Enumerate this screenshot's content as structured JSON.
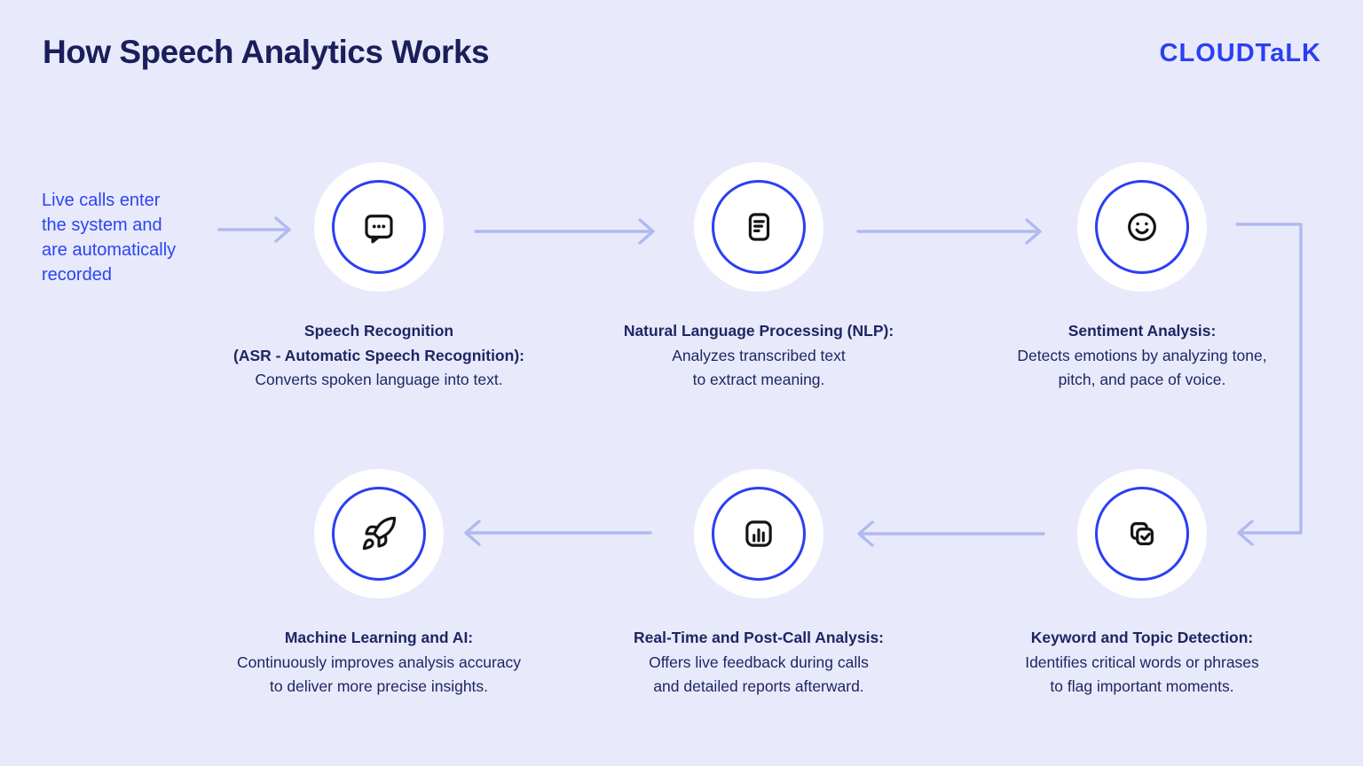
{
  "header": {
    "title": "How Speech Analytics Works",
    "brand": "CLOUDTaLK"
  },
  "intro": {
    "lines": [
      "Live calls enter",
      "the system and",
      "are automatically",
      "recorded"
    ]
  },
  "steps": [
    {
      "id": "speech-recognition",
      "icon": "chat-bubble-icon",
      "bold1": "Speech Recognition",
      "bold2": "(ASR - Automatic Speech Recognition):",
      "line1": "Converts spoken language into text."
    },
    {
      "id": "natural-language-processing",
      "icon": "document-icon",
      "bold1": "Natural Language Processing (NLP):",
      "line1": "Analyzes transcribed text",
      "line2": "to extract meaning."
    },
    {
      "id": "sentiment-analysis",
      "icon": "smiley-icon",
      "bold1": "Sentiment Analysis:",
      "line1": "Detects emotions by analyzing tone,",
      "line2": "pitch, and pace of voice."
    },
    {
      "id": "keyword-topic-detection",
      "icon": "checked-squares-icon",
      "bold1": "Keyword and Topic Detection:",
      "line1": "Identifies critical words or phrases",
      "line2": "to flag important moments."
    },
    {
      "id": "realtime-postcall-analysis",
      "icon": "bar-chart-icon",
      "bold1": "Real-Time and Post-Call Analysis:",
      "line1": "Offers live feedback during calls",
      "line2": "and detailed reports afterward."
    },
    {
      "id": "machine-learning-ai",
      "icon": "rocket-icon",
      "bold1": "Machine Learning and AI:",
      "line1": "Continuously improves analysis accuracy",
      "line2": "to deliver more precise insights."
    }
  ],
  "colors": {
    "background": "#e8eafb",
    "accent_blue": "#2b3ff2",
    "intro_blue": "#2b44f2",
    "navy_text": "#1f2563",
    "title_navy": "#1a1e5a",
    "arrow": "#b0b9f2",
    "circle_bg": "#ffffff",
    "icon_stroke": "#141414"
  }
}
